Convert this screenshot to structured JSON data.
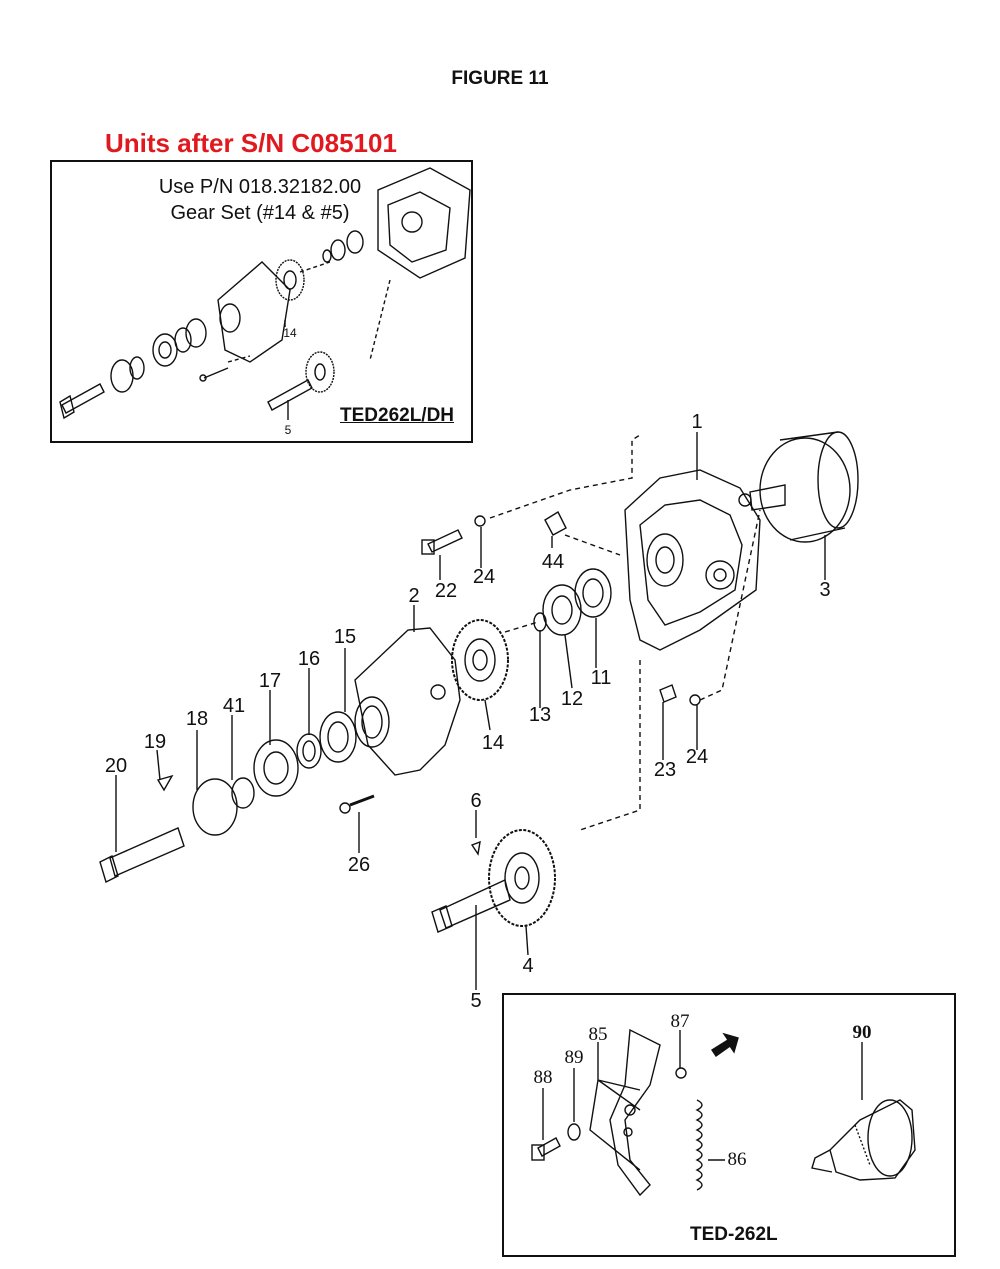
{
  "header": {
    "figure_title": "FIGURE 11",
    "units_title": "Units after S/N C085101"
  },
  "inset_top": {
    "note_line1": "Use P/N 018.32182.00",
    "note_line2": "Gear Set (#14 & #5)",
    "model": "TED262L/DH",
    "callouts": [
      "14",
      "5"
    ]
  },
  "main": {
    "callouts": {
      "c1": "1",
      "c2": "2",
      "c3": "3",
      "c4": "4",
      "c5": "5",
      "c6": "6",
      "c11": "11",
      "c12": "12",
      "c13": "13",
      "c14": "14",
      "c15": "15",
      "c16": "16",
      "c17": "17",
      "c18": "18",
      "c19": "19",
      "c20": "20",
      "c22": "22",
      "c23": "23",
      "c24a": "24",
      "c24b": "24",
      "c26": "26",
      "c41": "41",
      "c44": "44"
    }
  },
  "inset_bottom": {
    "model": "TED-262L",
    "callouts": {
      "c85": "85",
      "c86": "86",
      "c87": "87",
      "c88": "88",
      "c89": "89",
      "c90": "90"
    }
  },
  "colors": {
    "accent_red": "#e0191f",
    "line": "#111111"
  }
}
